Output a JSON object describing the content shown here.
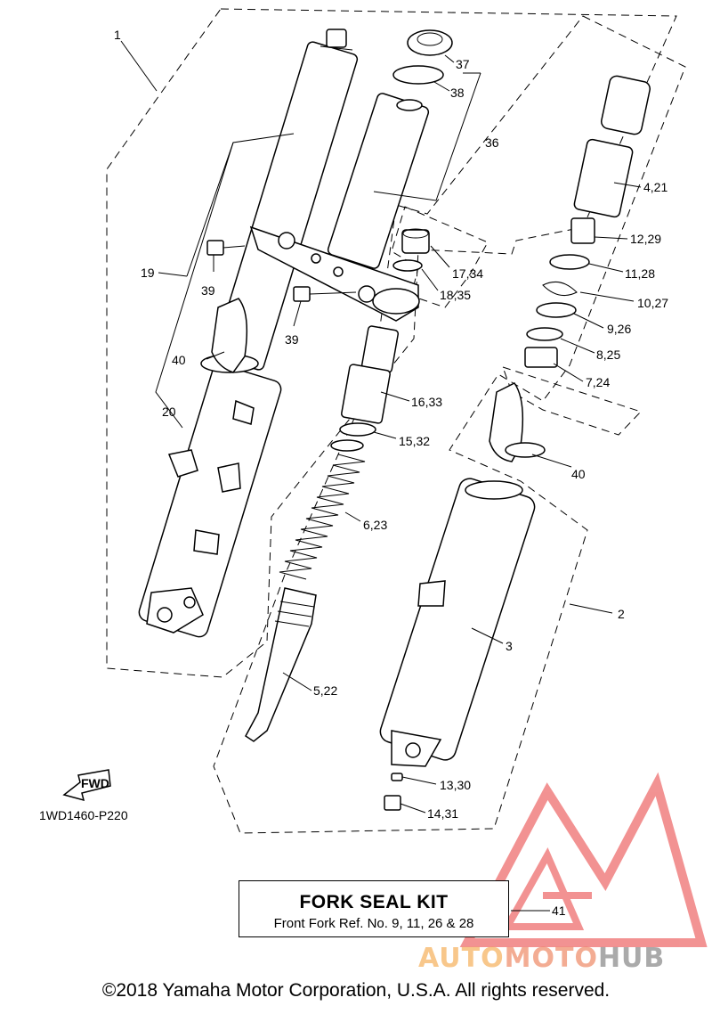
{
  "diagram": {
    "drawing_code": "1WD1460-P220",
    "fwd_label": "FWD",
    "callouts": {
      "c1": "1",
      "c2": "2",
      "c3": "3",
      "c4_21": "4,21",
      "c5_22": "5,22",
      "c6_23": "6,23",
      "c7_24": "7,24",
      "c8_25": "8,25",
      "c9_26": "9,26",
      "c10_27": "10,27",
      "c11_28": "11,28",
      "c12_29": "12,29",
      "c13_30": "13,30",
      "c14_31": "14,31",
      "c15_32": "15,32",
      "c16_33": "16,33",
      "c17_34": "17,34",
      "c18_35": "18,35",
      "c19": "19",
      "c20": "20",
      "c36": "36",
      "c37": "37",
      "c38": "38",
      "c39a": "39",
      "c39b": "39",
      "c40a": "40",
      "c40b": "40",
      "c41": "41"
    }
  },
  "kit_box": {
    "title": "FORK SEAL KIT",
    "subtitle": "Front Fork Ref. No. 9, 11, 26 & 28"
  },
  "watermark": {
    "part1": "AUTO",
    "part2": "MOTO",
    "part3": "HUB",
    "logo_color": "#e83a3a"
  },
  "footer": {
    "copyright": "©2018 Yamaha Motor Corporation, U.S.A. All rights reserved."
  }
}
